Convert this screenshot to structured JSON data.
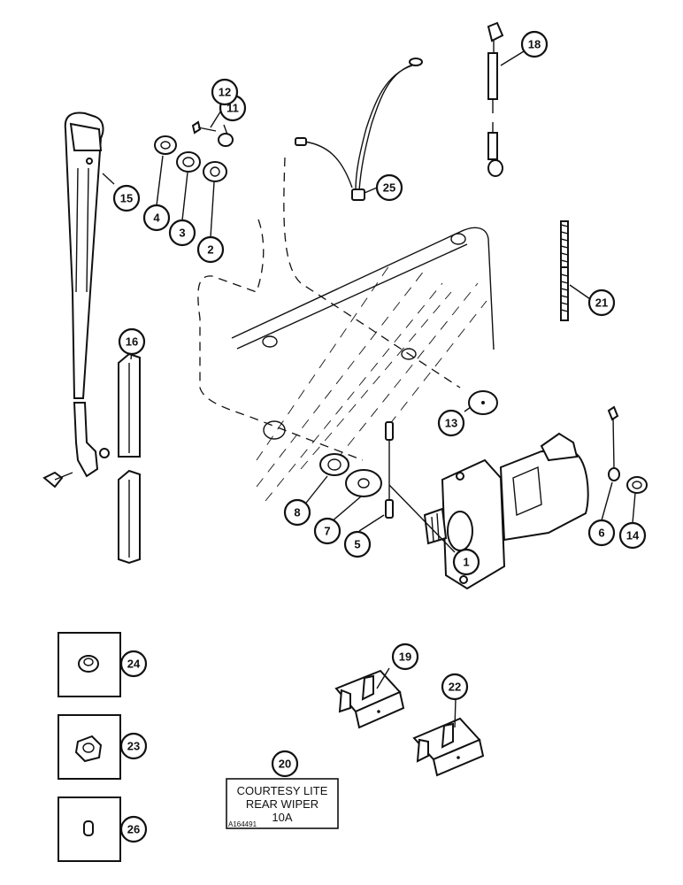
{
  "callouts": [
    {
      "label": "1"
    },
    {
      "label": "2"
    },
    {
      "label": "3"
    },
    {
      "label": "4"
    },
    {
      "label": "5"
    },
    {
      "label": "6"
    },
    {
      "label": "7"
    },
    {
      "label": "8"
    },
    {
      "label": "11"
    },
    {
      "label": "12"
    },
    {
      "label": "13"
    },
    {
      "label": "14"
    },
    {
      "label": "15"
    },
    {
      "label": "16"
    },
    {
      "label": "18"
    },
    {
      "label": "19"
    },
    {
      "label": "20"
    },
    {
      "label": "21"
    },
    {
      "label": "22"
    },
    {
      "label": "23"
    },
    {
      "label": "24"
    },
    {
      "label": "25"
    },
    {
      "label": "26"
    }
  ],
  "decal": {
    "line1": "COURTESY LITE",
    "line2": "REAR WIPER",
    "line3": "10A",
    "code": "A164491"
  }
}
